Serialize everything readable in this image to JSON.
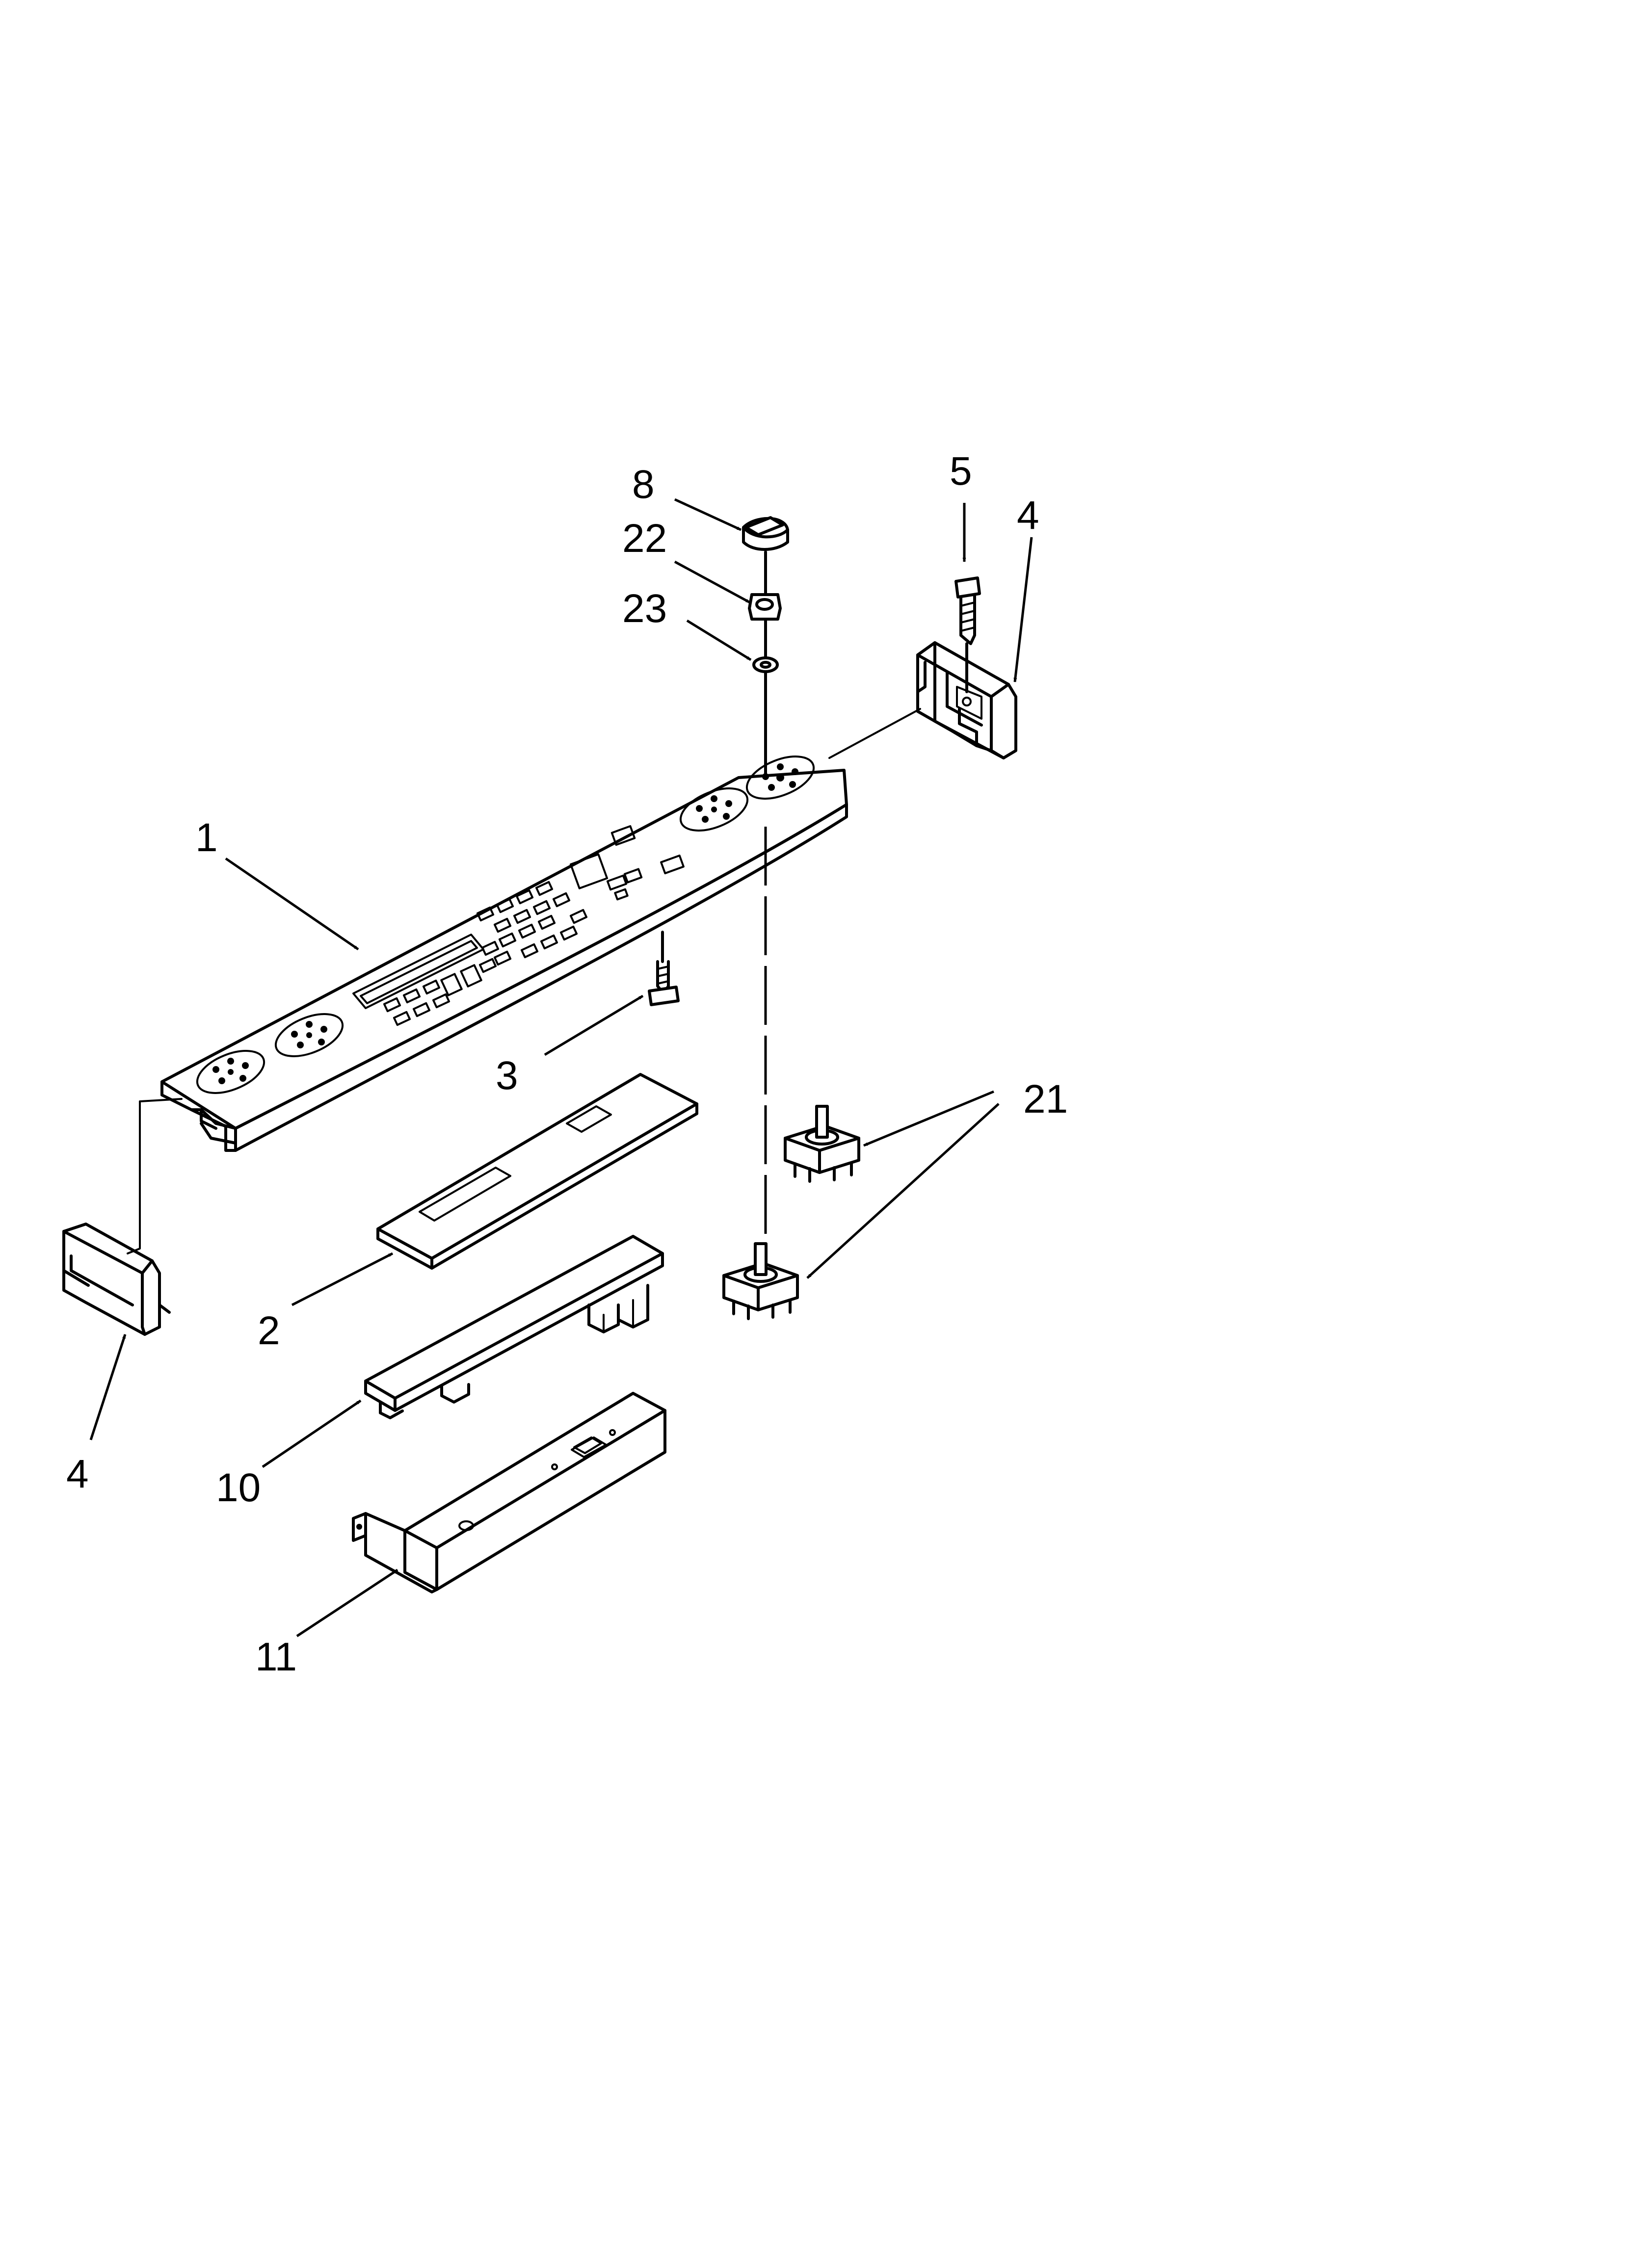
{
  "diagram": {
    "parts": [
      {
        "key": "knob",
        "label": "8"
      },
      {
        "key": "nut",
        "label": "22"
      },
      {
        "key": "washer",
        "label": "23"
      },
      {
        "key": "screw-top",
        "label": "5"
      },
      {
        "key": "end-cap-right",
        "label": "4"
      },
      {
        "key": "console-panel",
        "label": "1"
      },
      {
        "key": "screw-mid",
        "label": "3"
      },
      {
        "key": "overlay",
        "label": "2"
      },
      {
        "key": "switch",
        "label": "21"
      },
      {
        "key": "end-cap-left",
        "label": "4"
      },
      {
        "key": "control-board",
        "label": "10"
      },
      {
        "key": "board-cover",
        "label": "11"
      }
    ]
  }
}
